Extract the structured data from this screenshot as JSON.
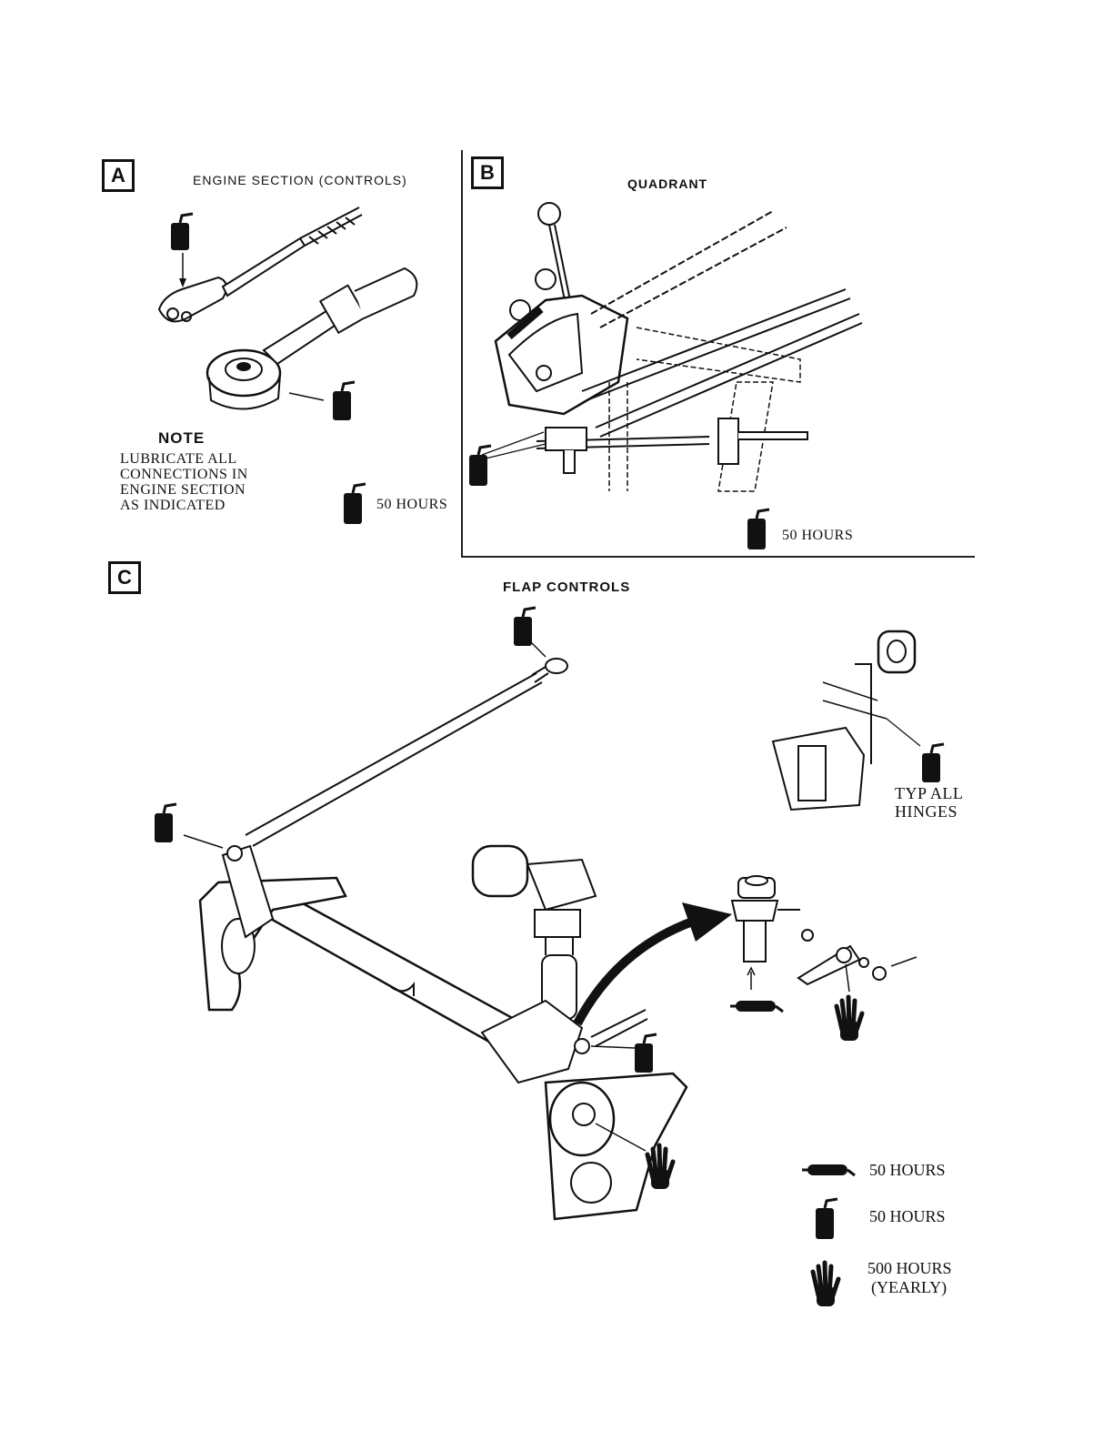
{
  "panels": {
    "a": {
      "label": "A",
      "title": "ENGINE SECTION (CONTROLS)",
      "note_heading": "NOTE",
      "note_lines": [
        "LUBRICATE ALL",
        "CONNECTIONS IN",
        "ENGINE SECTION",
        "AS INDICATED"
      ],
      "interval": "50 HOURS"
    },
    "b": {
      "label": "B",
      "title": "QUADRANT",
      "interval": "50 HOURS"
    },
    "c": {
      "label": "C",
      "title": "FLAP CONTROLS",
      "hinge_note_lines": [
        "TYP ALL",
        "HINGES"
      ]
    }
  },
  "legend": [
    {
      "icon": "grease-gun-icon",
      "text": "50 HOURS"
    },
    {
      "icon": "oil-can-icon",
      "text": "50 HOURS"
    },
    {
      "icon": "hand-icon",
      "lines": [
        "500 HOURS",
        "(YEARLY)"
      ]
    }
  ],
  "colors": {
    "ink": "#111111",
    "paper": "#ffffff"
  }
}
